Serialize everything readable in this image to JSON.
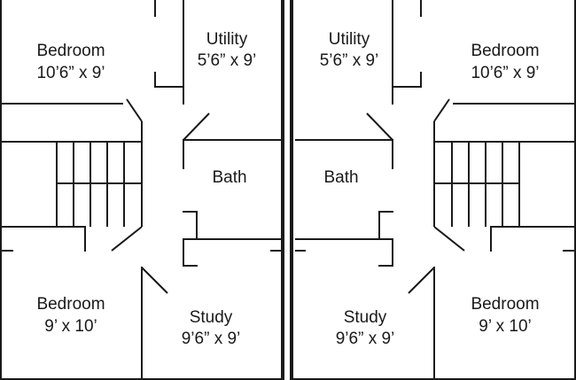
{
  "units": [
    {
      "rooms": {
        "bedroom_top": {
          "name": "Bedroom",
          "size": "10’6” x 9’"
        },
        "utility": {
          "name": "Utility",
          "size": "5’6” x 9’"
        },
        "bath": {
          "name": "Bath"
        },
        "bedroom_bottom": {
          "name": "Bedroom",
          "size": "9’ x 10’"
        },
        "study": {
          "name": "Study",
          "size": "9’6” x 9’"
        }
      }
    },
    {
      "rooms": {
        "bedroom_top": {
          "name": "Bedroom",
          "size": "10’6” x 9’"
        },
        "utility": {
          "name": "Utility",
          "size": "5’6” x 9’"
        },
        "bath": {
          "name": "Bath"
        },
        "bedroom_bottom": {
          "name": "Bedroom",
          "size": "9’ x 10’"
        },
        "study": {
          "name": "Study",
          "size": "9’6” x 9’"
        }
      }
    }
  ]
}
